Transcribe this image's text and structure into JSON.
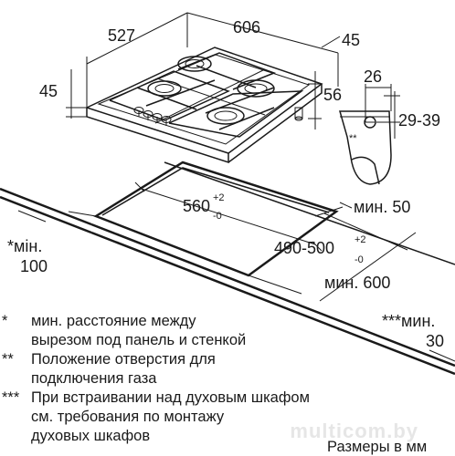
{
  "dimensions": {
    "depth_527": "527",
    "width_606": "606",
    "side_45_right": "45",
    "height_45_left": "45",
    "height_56": "56",
    "gas_26": "26",
    "gas_29_39": "29-39",
    "gas_marker": "**",
    "cutout_width_base": "560",
    "cutout_width_tol_plus": "+2",
    "cutout_width_tol_minus": "-0",
    "cutout_depth_base": "490-500",
    "cutout_depth_tol_plus": "+2",
    "cutout_depth_tol_minus": "-0",
    "min_50": "мин. 50",
    "min_100_label": "*мін.",
    "min_100_value": "100",
    "min_600": "мин. 600",
    "min_30_label": "***мин.",
    "min_30_value": "30"
  },
  "notes": [
    {
      "marker": "*",
      "lines": [
        "мин. расстояние между",
        "вырезом под панель и стенкой"
      ]
    },
    {
      "marker": "**",
      "lines": [
        "Положение отверстия для",
        "подключения газа"
      ]
    },
    {
      "marker": "***",
      "lines": [
        "При встраивании над духовым шкафом",
        "см. требования по монтажу",
        "духовых шкафов"
      ]
    }
  ],
  "footer": {
    "units_caption": "Размеры в мм"
  },
  "watermark": {
    "text": "multicom.by"
  }
}
